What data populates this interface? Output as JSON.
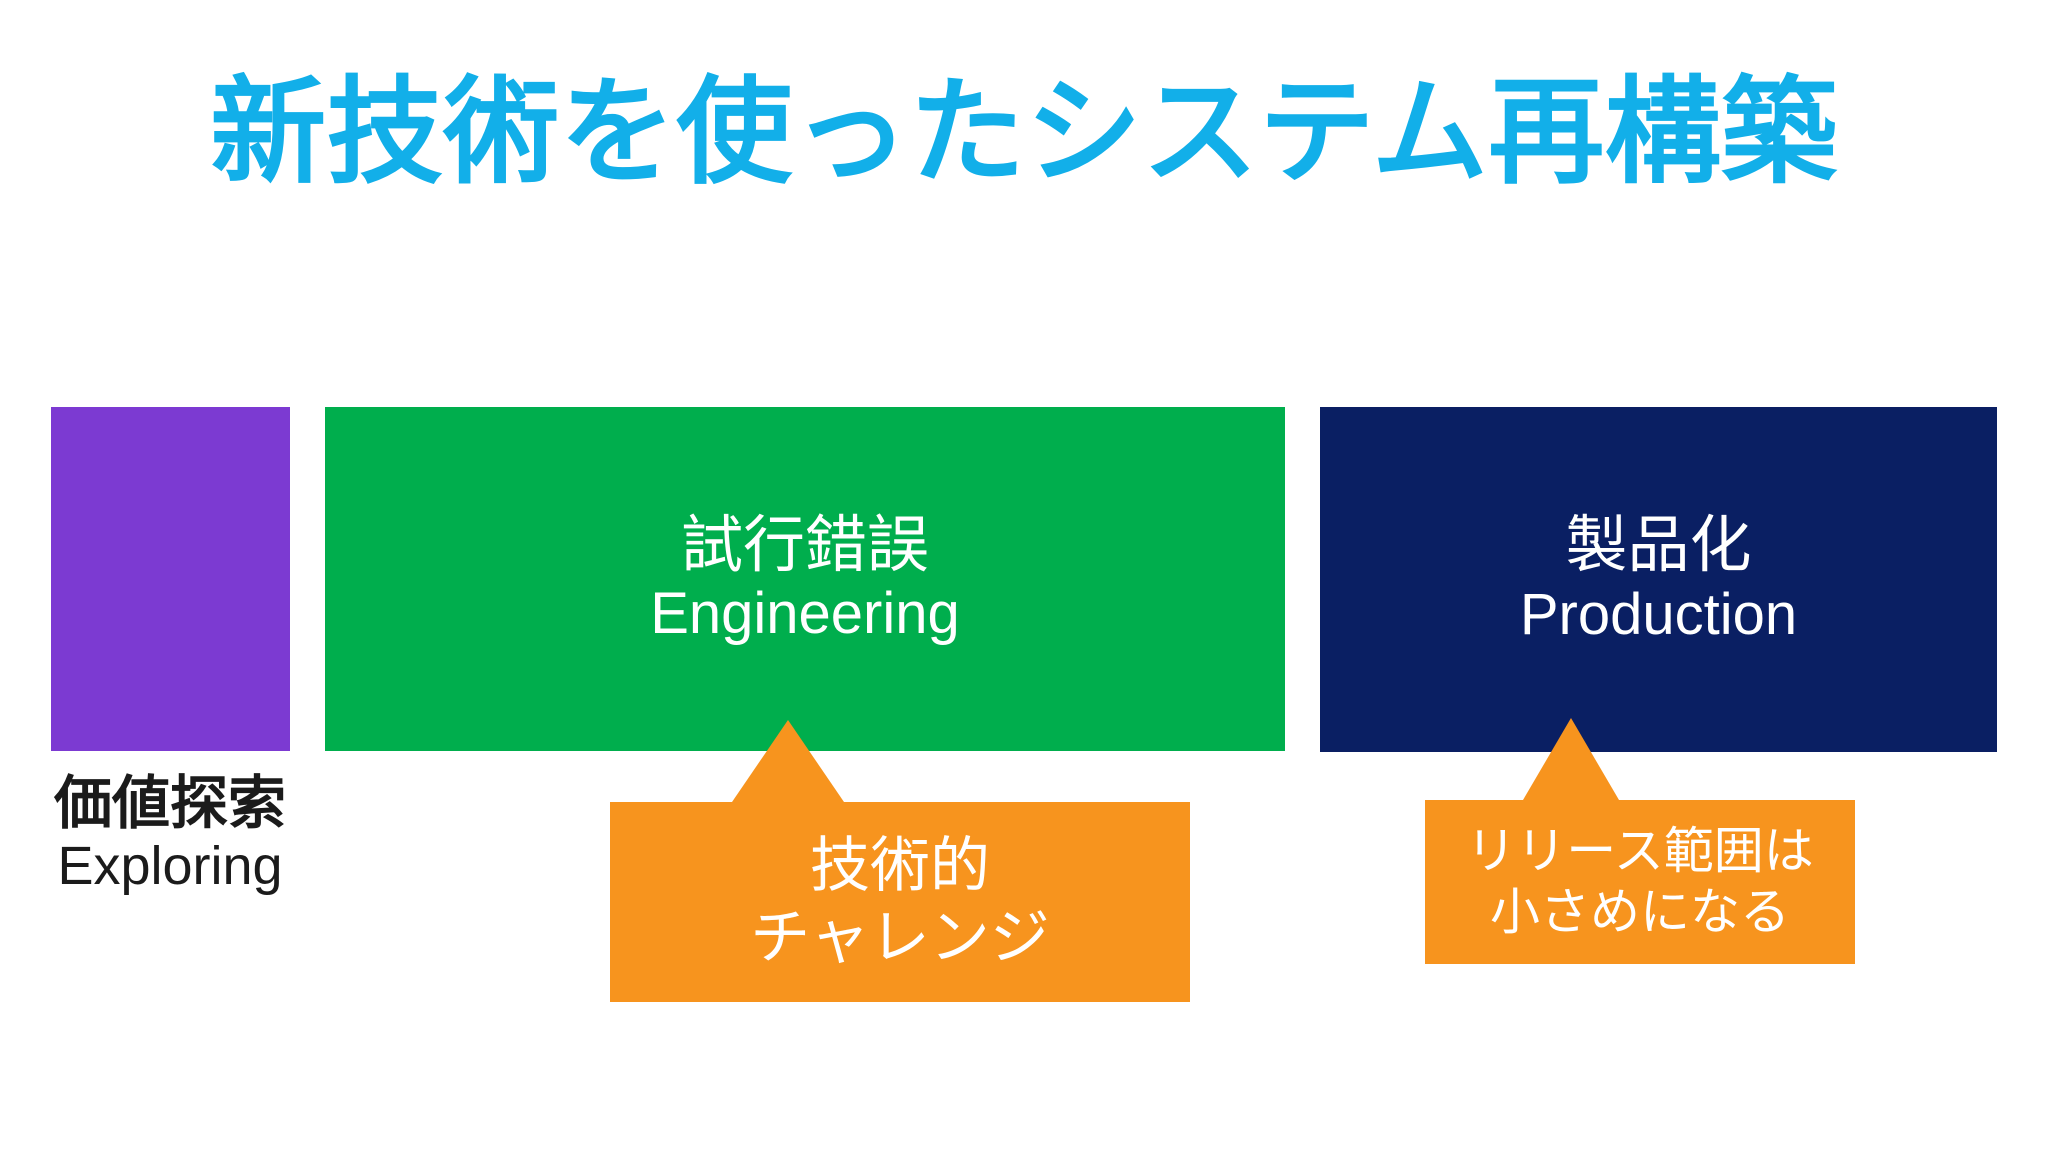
{
  "slide": {
    "title": "新技術を使ったシステム再構築",
    "background_color": "#FFFFFF",
    "title_color": "#12AFE9"
  },
  "stages": [
    {
      "id": "exploring",
      "jp": "",
      "en": "",
      "color": "#7C3AD2",
      "caption_jp": "価値探索",
      "caption_en": "Exploring",
      "caption_color": "#1B1B1B"
    },
    {
      "id": "engineering",
      "jp": "試行錯誤",
      "en": "Engineering",
      "color": "#00AE4D",
      "text_color": "#FFFFFF"
    },
    {
      "id": "production",
      "jp": "製品化",
      "en": "Production",
      "color": "#0A1F63",
      "text_color": "#FFFFFF"
    }
  ],
  "callouts": [
    {
      "id": "technical-challenge",
      "line1": "技術的",
      "line2": "チャレンジ",
      "color": "#F7941E",
      "text_color": "#FFFFFF",
      "points_to": "engineering"
    },
    {
      "id": "release-scope",
      "line1": "リリース範囲は",
      "line2": "小さめになる",
      "color": "#F7941E",
      "text_color": "#FFFFFF",
      "points_to": "production"
    }
  ]
}
